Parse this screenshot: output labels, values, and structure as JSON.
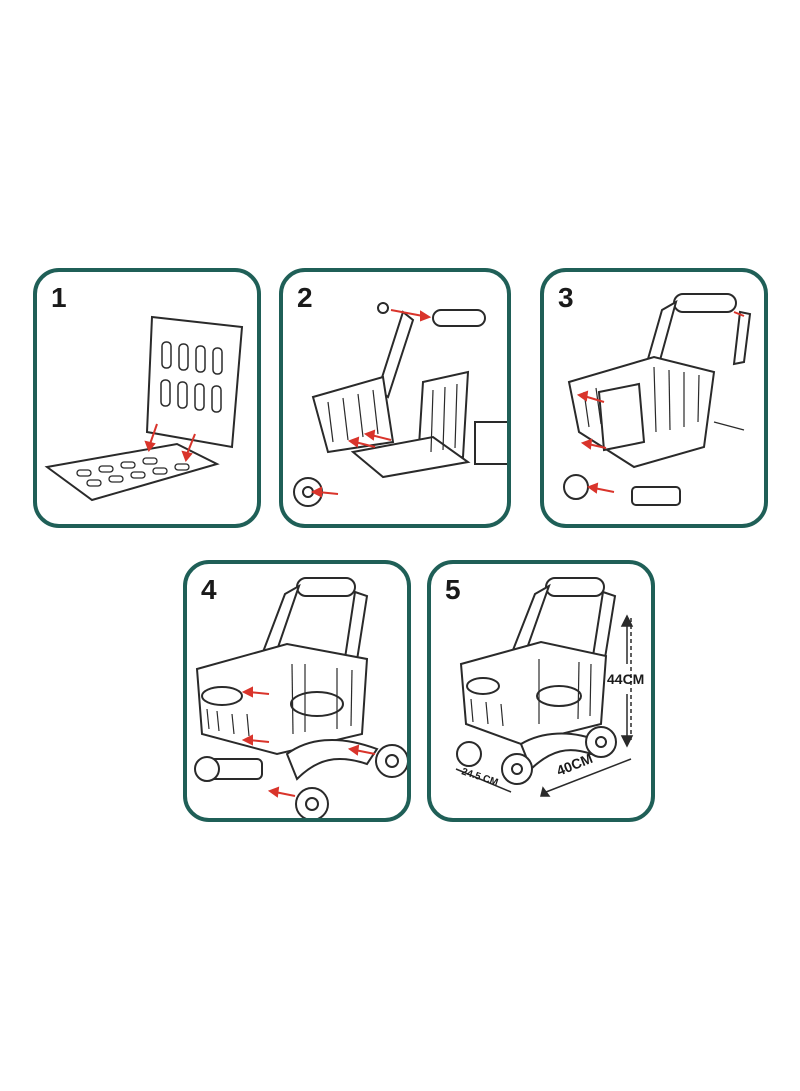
{
  "steps": [
    {
      "number": "1"
    },
    {
      "number": "2"
    },
    {
      "number": "3"
    },
    {
      "number": "4"
    },
    {
      "number": "5"
    }
  ],
  "dimensions": {
    "height": "44CM",
    "length": "40CM",
    "width": "24.5 CM"
  },
  "colors": {
    "panel_border": "#1f5f57",
    "line": "#2a2a2a",
    "arrow": "#d9342b"
  }
}
